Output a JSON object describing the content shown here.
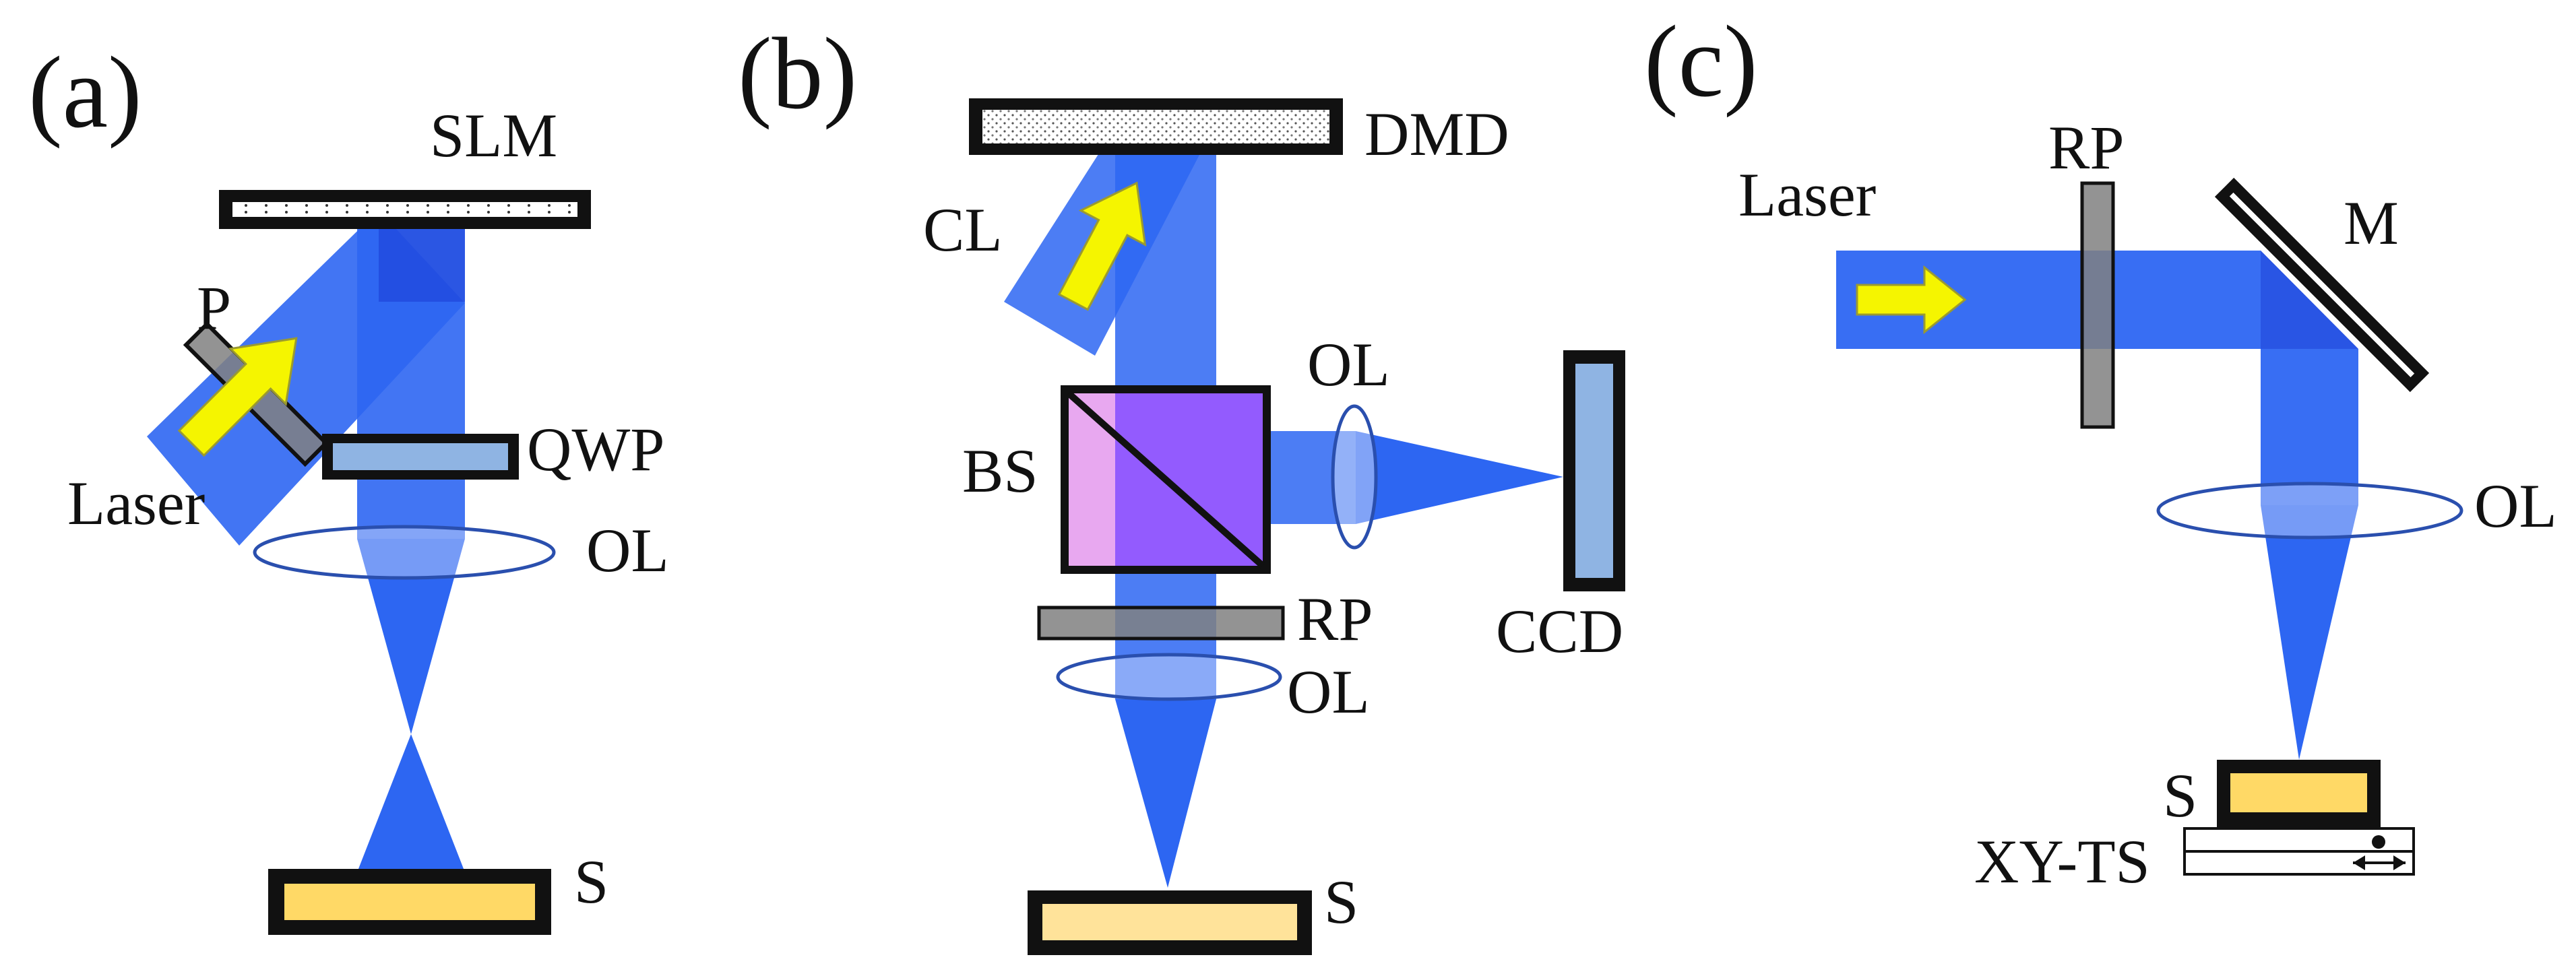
{
  "colors": {
    "beam": "#2d66f2",
    "beam_dark": "#1f49e0",
    "sample": "#ffd966",
    "frame": "#111111",
    "plate_gray": "#808080",
    "ccd_blue": "#8fb4e3",
    "cube_pink": "#e8a8f0",
    "cube_purple": "#8a52ff",
    "arrow": "#f5f500"
  },
  "panels": [
    {
      "tag": "(a)",
      "labels": {
        "slm": "SLM",
        "p": "P",
        "qwp": "QWP",
        "laser": "Laser",
        "ol": "OL",
        "s": "S"
      },
      "icons": [
        "direction-arrow-icon"
      ]
    },
    {
      "tag": "(b)",
      "labels": {
        "dmd": "DMD",
        "cl": "CL",
        "ol_side": "OL",
        "bs": "BS",
        "ccd": "CCD",
        "rp": "RP",
        "ol": "OL",
        "s": "S"
      },
      "icons": [
        "direction-arrow-icon"
      ]
    },
    {
      "tag": "(c)",
      "labels": {
        "laser": "Laser",
        "rp": "RP",
        "m": "M",
        "ol": "OL",
        "s": "S",
        "xyts": "XY-TS"
      },
      "icons": [
        "direction-arrow-icon",
        "double-arrow-icon"
      ]
    }
  ]
}
